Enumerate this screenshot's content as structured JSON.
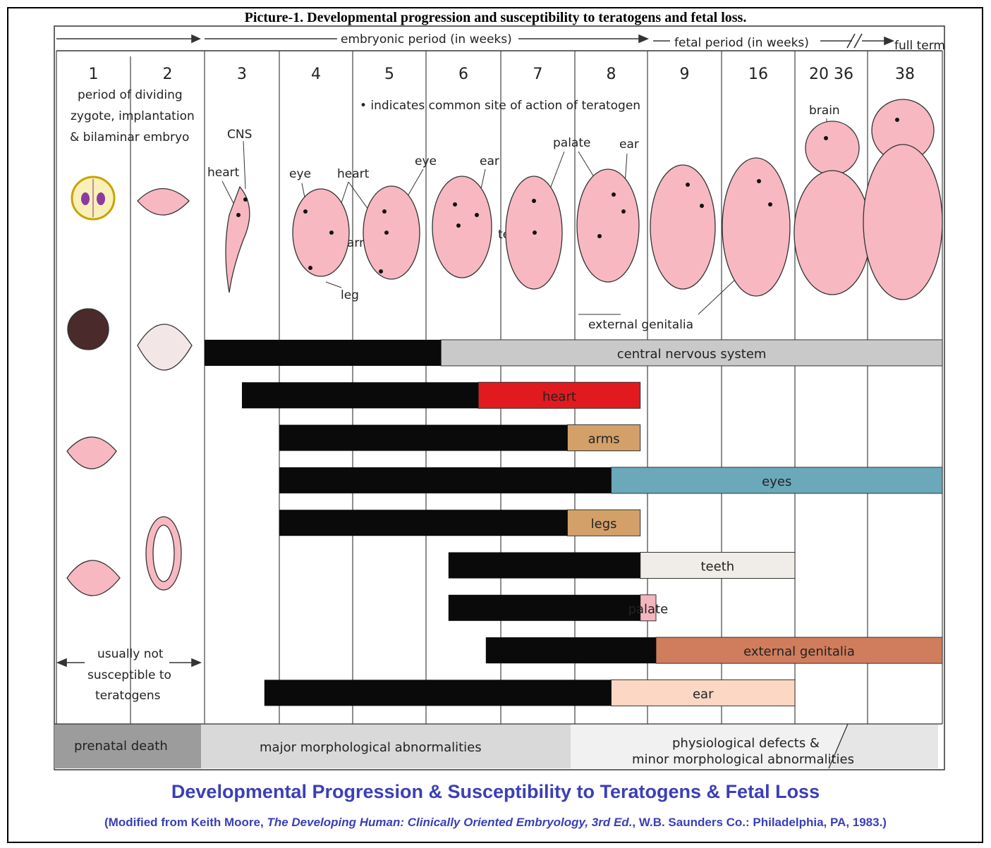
{
  "title": "Picture-1. Developmental progression and susceptibility to teratogens and fetal loss.",
  "header": {
    "embryonic": "embryonic period (in weeks)",
    "fetal": "fetal period (in weeks)",
    "full_term": "full term"
  },
  "weeks": [
    "1",
    "2",
    "3",
    "4",
    "5",
    "6",
    "7",
    "8",
    "9",
    "16",
    "20 36",
    "38"
  ],
  "labels": {
    "dividing_1": "period of dividing",
    "dividing_2": "zygote, implantation",
    "dividing_3": "& bilaminar embryo",
    "indicates": "• indicates common site of action of teratogen",
    "cns": "CNS",
    "heart_a": "heart",
    "eye_a": "eye",
    "heart_b": "heart",
    "eye_b": "eye",
    "ear_a": "ear",
    "palate": "palate",
    "ear_b": "ear",
    "arms": "arms",
    "teeth": "teeth",
    "leg": "leg",
    "brain": "brain",
    "external_genitalia": "external genitalia",
    "not_susc_1": "usually not",
    "not_susc_2": "susceptible to",
    "not_susc_3": "teratogens"
  },
  "chart_data": {
    "type": "bar",
    "title": "Developmental Progression & Susceptibility to Teratogens & Fetal Loss",
    "xlabel": "",
    "categories": [
      "central nervous system",
      "heart",
      "arms",
      "eyes",
      "legs",
      "teeth",
      "palate",
      "external genitalia",
      "ear"
    ],
    "series": [
      {
        "name": "",
        "color": "#0a0a0a",
        "start": [
          3.0,
          3.5,
          4.0,
          4.0,
          4.0,
          6.3,
          6.3,
          6.8,
          3.8
        ],
        "end": [
          6.2,
          6.7,
          7.9,
          8.5,
          7.9,
          8.9,
          8.9,
          9.8,
          8.5
        ]
      },
      {
        "name": "",
        "colors": [
          "#c9c9c9",
          "#e11a1f",
          "#d4a06a",
          "#6ba8ba",
          "#d4a06a",
          "#f0ece8",
          "#f3b6bf",
          "#cf7d5d",
          "#fbd7c4"
        ],
        "start": [
          6.2,
          6.7,
          7.9,
          8.5,
          7.9,
          8.9,
          8.9,
          9.8,
          8.5
        ],
        "end": [
          38,
          8.9,
          8.9,
          38,
          8.9,
          20,
          9.8,
          38,
          20
        ]
      }
    ]
  },
  "footer_bands": {
    "prenatal": "prenatal death",
    "major": "major morphological abnormalities",
    "physio_1": "physiological defects &",
    "physio_2": "minor morphological abnormalities"
  },
  "bottom_title": "Developmental Progression & Susceptibility to Teratogens & Fetal Loss",
  "credit_pre": "(Modified from Keith Moore, ",
  "credit_book": "The Developing Human: Clinically Oriented Embryology, 3rd Ed.",
  "credit_post": ", W.B. Saunders Co.: Philadelphia, PA, 1983.)"
}
